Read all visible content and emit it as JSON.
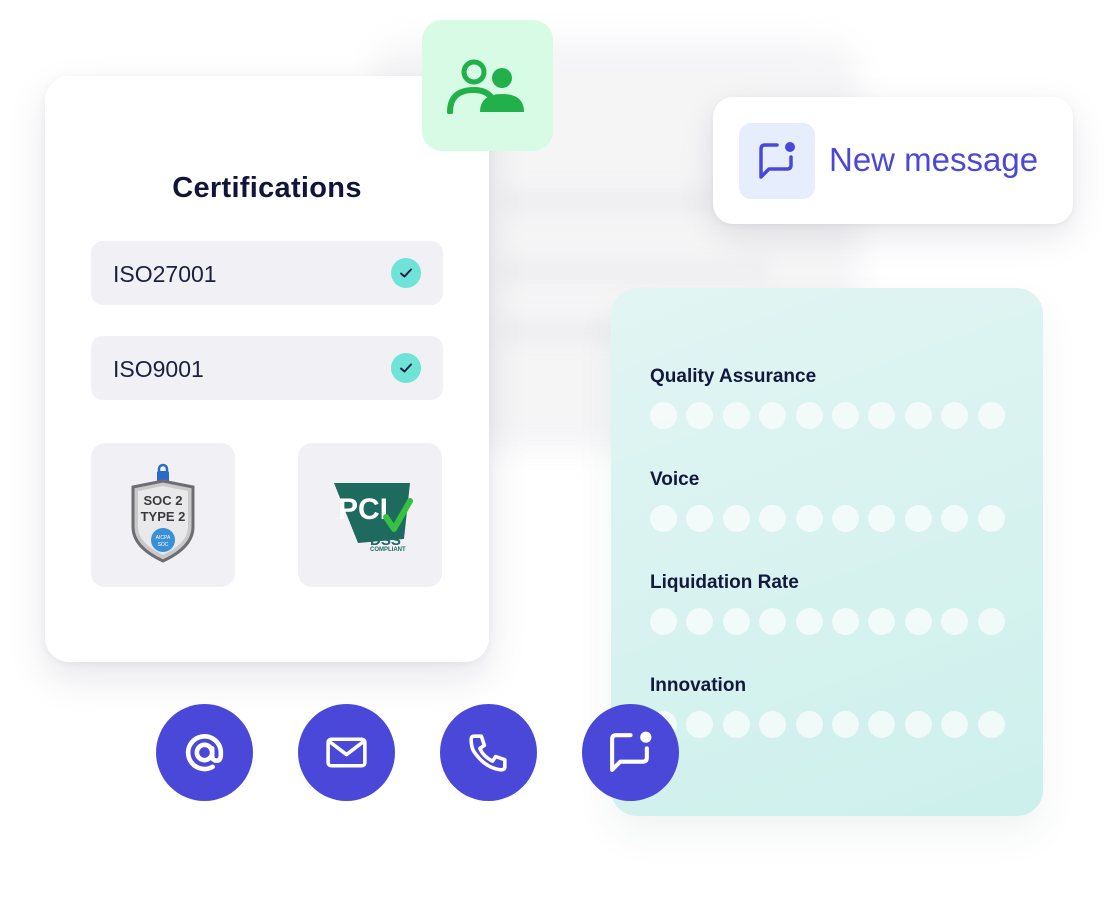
{
  "certifications": {
    "title": "Certifications",
    "items": [
      {
        "label": "ISO27001",
        "checked": true
      },
      {
        "label": "ISO9001",
        "checked": true
      }
    ],
    "badges": [
      {
        "icon": "soc2-type2-badge-icon",
        "text": "SOC 2 TYPE 2"
      },
      {
        "icon": "pci-dss-compliant-badge-icon",
        "text": "PCI DSS COMPLIANT"
      }
    ]
  },
  "team": {
    "icon": "users-icon"
  },
  "notification": {
    "label": "New message",
    "icon": "message-notification-icon"
  },
  "ratings": [
    {
      "label": "Quality Assurance",
      "dots": 10
    },
    {
      "label": "Voice",
      "dots": 10
    },
    {
      "label": "Liquidation Rate",
      "dots": 10
    },
    {
      "label": "Innovation",
      "dots": 10
    }
  ],
  "channels": [
    {
      "icon": "at-sign-icon"
    },
    {
      "icon": "mail-icon"
    },
    {
      "icon": "phone-icon"
    },
    {
      "icon": "chat-icon"
    }
  ],
  "colors": {
    "accent": "#4a48d8",
    "green_tile": "#d8fbe5",
    "green_icon": "#22b04b",
    "check": "#6fe3d8",
    "teal_card": "#d6f3f0"
  }
}
